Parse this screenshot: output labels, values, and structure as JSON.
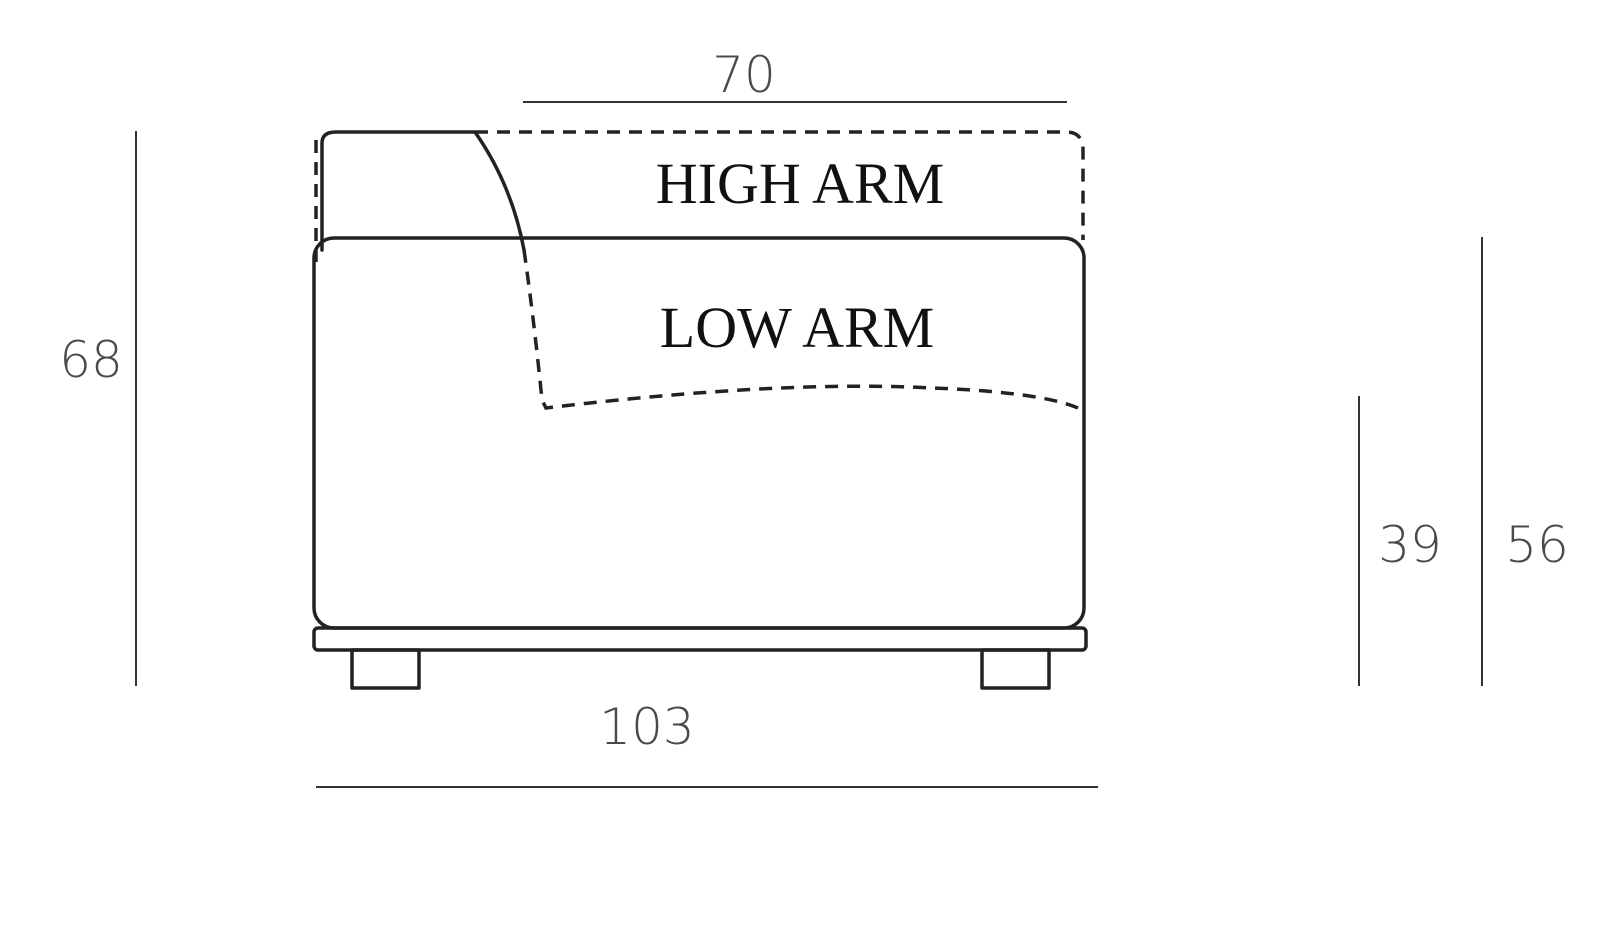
{
  "diagram": {
    "labels": {
      "high_arm": "HIGH ARM",
      "low_arm": "LOW ARM"
    },
    "dimensions": {
      "top_width": "70",
      "overall_width": "103",
      "overall_height": "68",
      "seat_height": "39",
      "low_arm_height": "56"
    },
    "line_color": "#222222",
    "text_color": "#4a4a4a"
  }
}
